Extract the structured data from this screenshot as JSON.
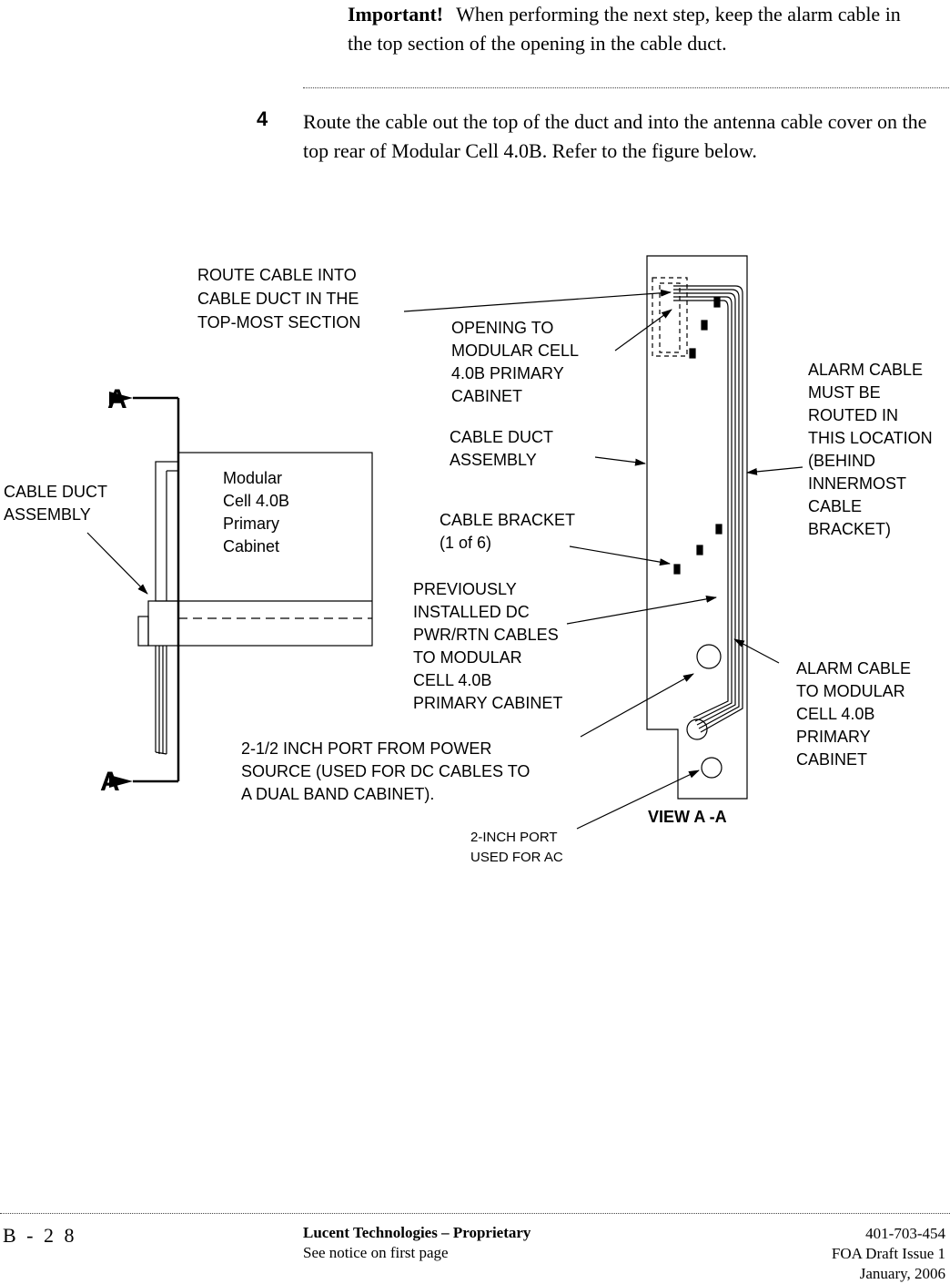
{
  "important": {
    "label": "Important!",
    "text": "When performing the next step, keep the alarm cable in the top section of the opening in the cable duct."
  },
  "step": {
    "number": "4",
    "text": "Route the cable out the top of the duct and into the antenna cable cover on the top rear of Modular Cell 4.0B. Refer to the figure below."
  },
  "figure": {
    "route_cable": [
      "ROUTE CABLE INTO",
      "CABLE DUCT IN THE",
      "TOP-MOST SECTION"
    ],
    "opening": [
      "OPENING TO",
      "MODULAR CELL",
      "4.0B PRIMARY",
      "CABINET"
    ],
    "alarm_location": [
      "ALARM CABLE",
      "MUST BE",
      "ROUTED IN",
      "THIS LOCATION",
      "(BEHIND",
      "INNERMOST",
      "CABLE",
      "BRACKET)"
    ],
    "cable_duct_right": [
      "CABLE DUCT",
      "ASSEMBLY"
    ],
    "cable_duct_left": [
      "CABLE DUCT",
      "ASSEMBLY"
    ],
    "cabinet_label": [
      "Modular",
      "Cell 4.0B",
      "Primary",
      "Cabinet"
    ],
    "cable_bracket": [
      "CABLE BRACKET",
      "(1 of 6)"
    ],
    "dc_cables": [
      "PREVIOUSLY",
      "INSTALLED DC",
      "PWR/RTN CABLES",
      "TO MODULAR",
      "CELL 4.0B",
      "PRIMARY CABINET"
    ],
    "alarm_to_cabinet": [
      "ALARM CABLE",
      "TO MODULAR",
      "CELL 4.0B",
      "PRIMARY",
      "CABINET"
    ],
    "port_power": [
      "2-1/2 INCH PORT FROM POWER",
      "SOURCE (USED FOR DC CABLES TO",
      "A DUAL BAND CABINET)."
    ],
    "port_ac": [
      "2-INCH PORT",
      "USED FOR AC"
    ],
    "view_label": "VIEW A -A",
    "section_marker_top": "A",
    "section_marker_bottom": "A"
  },
  "footer": {
    "page": "B - 2 8",
    "company": "Lucent Technologies – Proprietary",
    "notice": "See notice on first page",
    "doc_number": "401-703-454",
    "issue": "FOA Draft Issue 1",
    "date": "January, 2006"
  }
}
